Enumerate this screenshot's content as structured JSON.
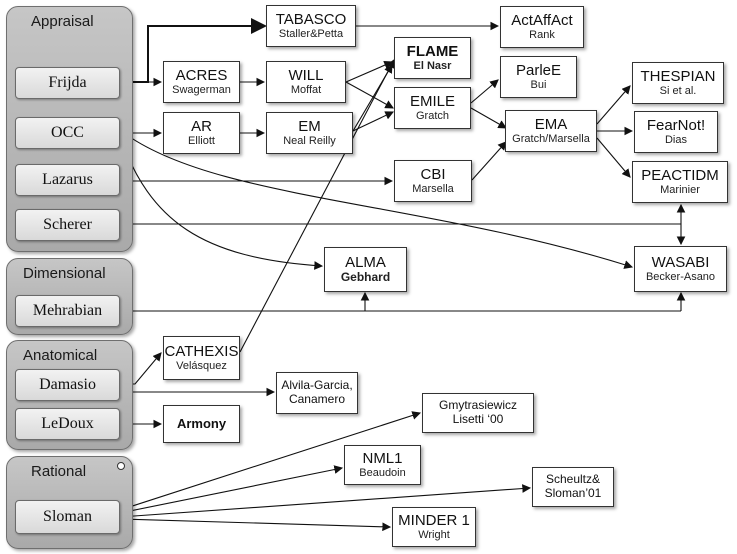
{
  "groups": {
    "appraisal": "Appraisal",
    "dimensional": "Dimensional",
    "anatomical": "Anatomical",
    "rational": "Rational"
  },
  "theories": {
    "frijda": "Frijda",
    "occ": "OCC",
    "lazarus": "Lazarus",
    "scherer": "Scherer",
    "mehrabian": "Mehrabian",
    "damasio": "Damasio",
    "ledoux": "LeDoux",
    "sloman": "Sloman"
  },
  "models": {
    "tabasco": {
      "name": "TABASCO",
      "sub": "Staller&Petta"
    },
    "actaffact": {
      "name": "ActAffAct",
      "sub": "Rank"
    },
    "flame": {
      "name": "FLAME",
      "sub": "El Nasr"
    },
    "acres": {
      "name": "ACRES",
      "sub": "Swagerman"
    },
    "will": {
      "name": "WILL",
      "sub": "Moffat"
    },
    "emile": {
      "name": "EMILE",
      "sub": "Gratch"
    },
    "parlee": {
      "name": "ParleE",
      "sub": "Bui"
    },
    "thespian": {
      "name": "THESPIAN",
      "sub": "Si et al."
    },
    "ar": {
      "name": "AR",
      "sub": "Elliott"
    },
    "em": {
      "name": "EM",
      "sub": "Neal Reilly"
    },
    "ema": {
      "name": "EMA",
      "sub": "Gratch/Marsella"
    },
    "fearnot": {
      "name": "FearNot!",
      "sub": "Dias"
    },
    "cbi": {
      "name": "CBI",
      "sub": "Marsella"
    },
    "peactidm": {
      "name": "PEACTIDM",
      "sub": "Marinier"
    },
    "alma": {
      "name": "ALMA",
      "sub": "Gebhard"
    },
    "wasabi": {
      "name": "WASABI",
      "sub": "Becker-Asano"
    },
    "cathexis": {
      "name": "CATHEXIS",
      "sub": "Velásquez"
    },
    "alvila": {
      "name": "Alvila-Garcia,\nCanamero",
      "sub": ""
    },
    "armony": {
      "name": "Armony",
      "sub": ""
    },
    "gmytrasiewicz": {
      "name": "Gmytrasiewicz\nLisetti ‘00",
      "sub": ""
    },
    "nml1": {
      "name": "NML1",
      "sub": "Beaudoin"
    },
    "scheutz": {
      "name": "Scheultz&\nSloman’01",
      "sub": ""
    },
    "minder1": {
      "name": "MINDER 1",
      "sub": "Wright"
    }
  }
}
